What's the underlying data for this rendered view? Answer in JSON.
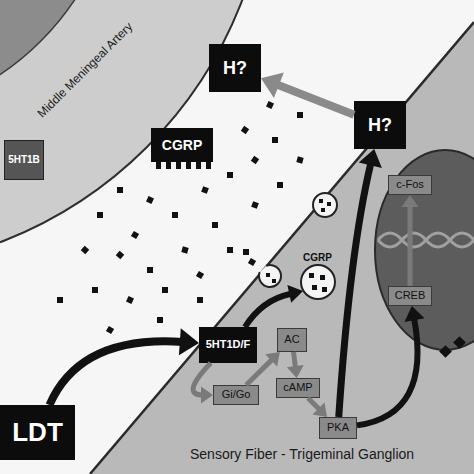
{
  "diagram": {
    "nodes": [
      {
        "text": [
          "Middle Meningeal Artery"
        ]
      },
      {
        "text": [
          "H?"
        ],
        "in": 0
      },
      {
        "text": [
          "5HT1B"
        ],
        "in": 0
      },
      {
        "text": [
          "CGRP"
        ],
        "in": 0
      },
      {
        "text": [
          "Sensory Fiber - Trigeminal Ganglion"
        ]
      },
      {
        "text": [
          "H?"
        ],
        "in": 4
      },
      {
        "text": [
          "5HT1D/F"
        ],
        "in": 4
      },
      {
        "text": [
          "Gi/Go"
        ],
        "in": 4
      },
      {
        "text": [
          "AC"
        ],
        "in": 4
      },
      {
        "text": [
          "cAMP"
        ],
        "in": 4
      },
      {
        "text": [
          "PKA"
        ],
        "in": 4
      },
      {
        "text": [
          "CREB"
        ],
        "in": 4
      },
      {
        "text": [
          "c-Fos"
        ],
        "in": 4
      },
      {
        "text": [
          "LDT"
        ]
      }
    ],
    "edges": [
      {
        "from": 13,
        "to": 6,
        "arrow": "to"
      },
      {
        "from": 6,
        "to": 7,
        "arrow": "to"
      },
      {
        "from": 7,
        "to": 8,
        "arrow": "to"
      },
      {
        "from": 8,
        "to": 9,
        "arrow": "to"
      },
      {
        "from": 9,
        "to": 10,
        "arrow": "to"
      },
      {
        "from": 10,
        "to": 11,
        "arrow": "to"
      },
      {
        "from": 11,
        "to": 12,
        "arrow": "to"
      },
      {
        "from": 10,
        "to": 5,
        "arrow": "to"
      },
      {
        "from": 5,
        "to": 1,
        "arrow": "to"
      }
    ],
    "labels": [
      "CGRP"
    ]
  }
}
